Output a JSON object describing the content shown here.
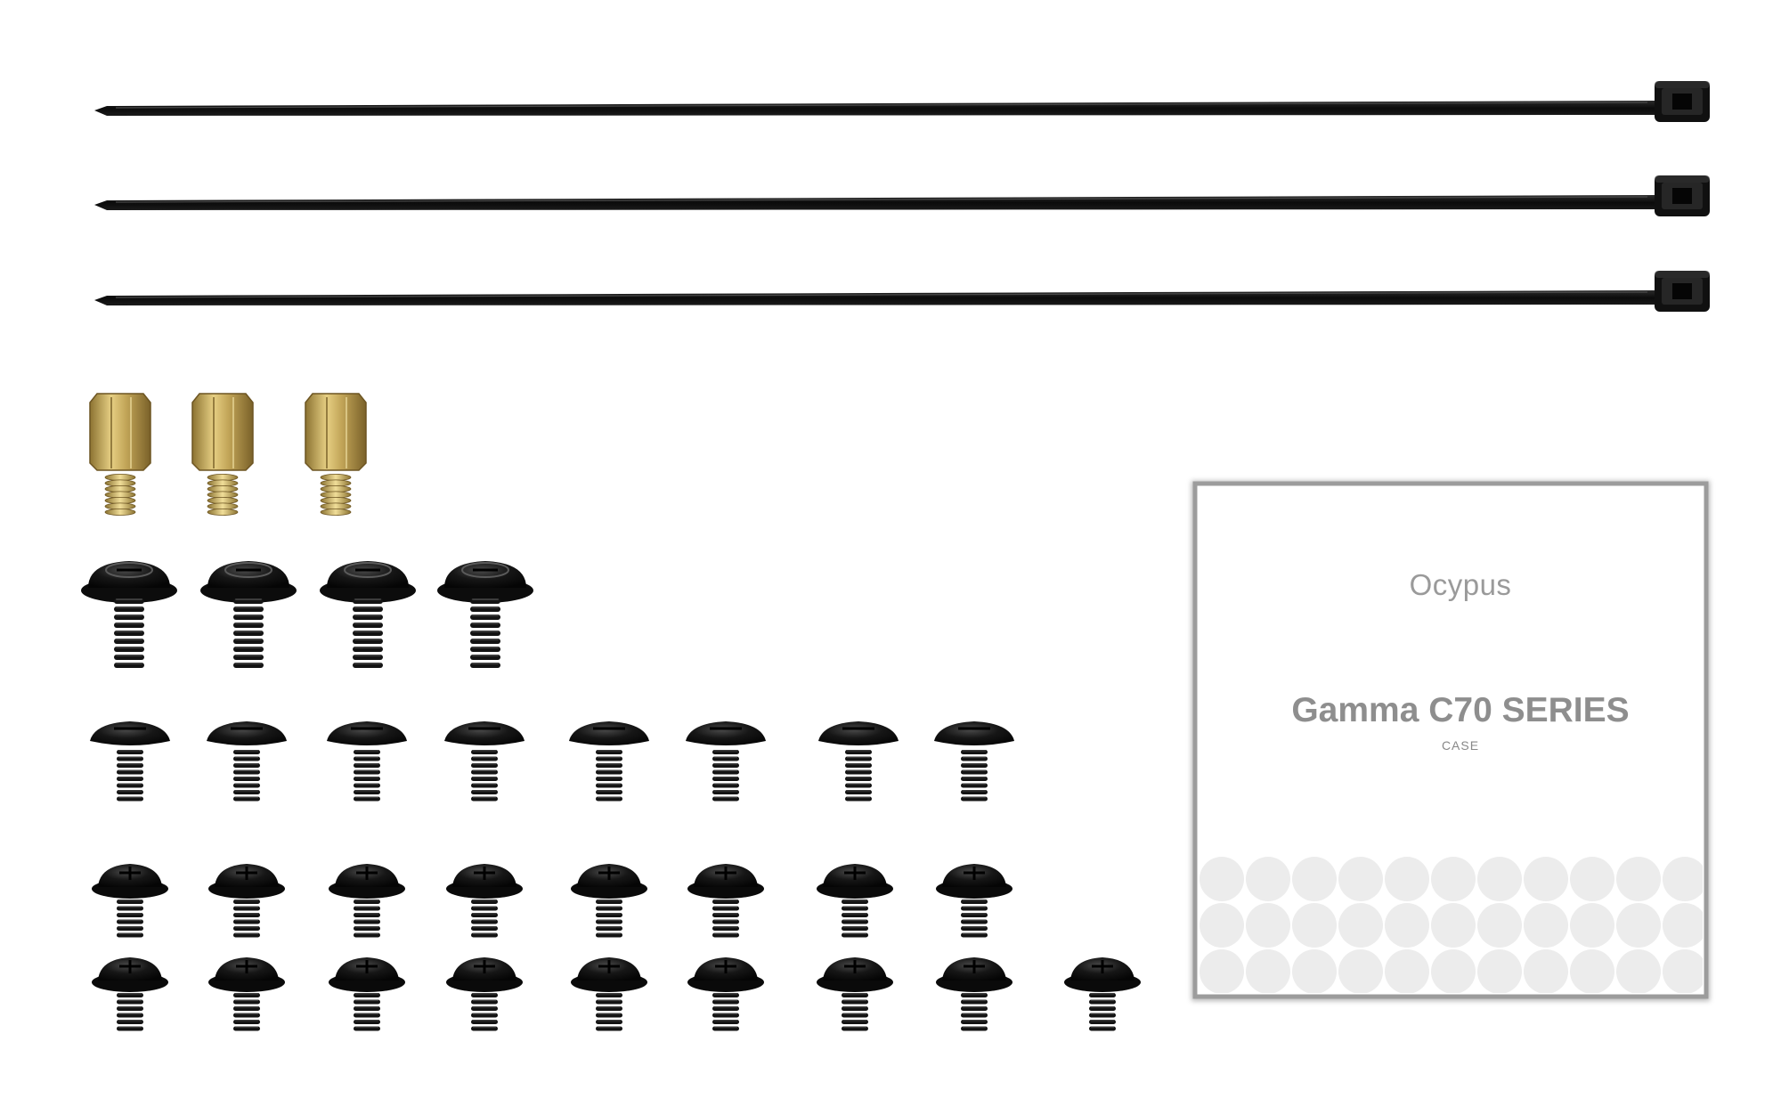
{
  "manual": {
    "brand": "Ocypus",
    "title": "Gamma C70 SERIES",
    "subtitle": "CASE"
  },
  "colors": {
    "background": "#ffffff",
    "hardware_black": "#141414",
    "brass": "#c8ac5e",
    "manual_border": "#9c9c9c",
    "manual_text": "#8e8e8e",
    "dot_pattern": "#ececec"
  },
  "items": {
    "cable_ties": 3,
    "brass_standoffs": 3,
    "large_hex_screws": 4,
    "pan_head_screws": 8,
    "flange_screws_row_1": 8,
    "flange_screws_row_2": 9
  }
}
